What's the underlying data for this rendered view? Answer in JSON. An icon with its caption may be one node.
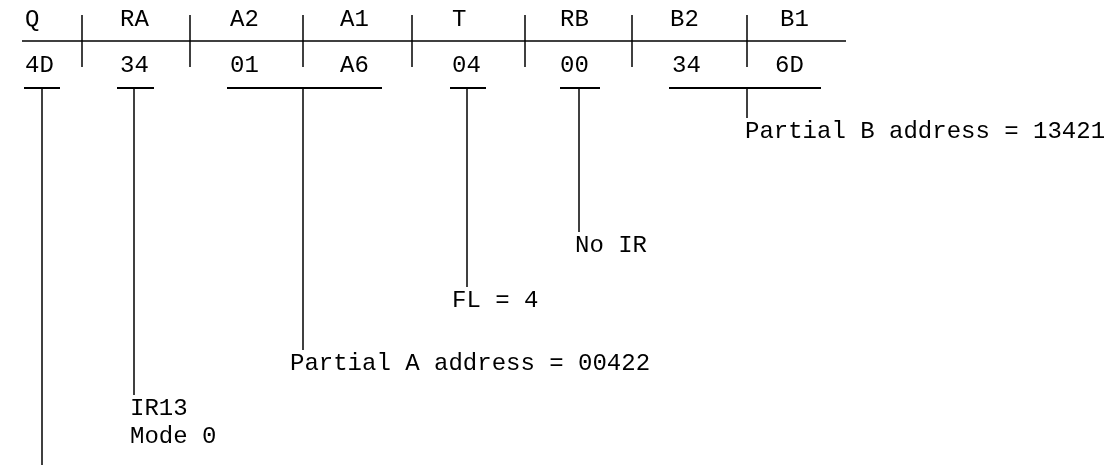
{
  "diagram": {
    "nodes": [
      {
        "text": [],
        "shape": "bar"
      },
      {
        "text": [],
        "shape": "bar"
      },
      {
        "text": [],
        "shape": "bar"
      },
      {
        "text": [],
        "shape": "bar"
      },
      {
        "text": [],
        "shape": "bar"
      },
      {
        "text": [],
        "shape": "bar"
      },
      {
        "text": [
          "Partial B address = 13421"
        ]
      },
      {
        "text": [
          "No IR"
        ]
      },
      {
        "text": [
          "FL = 4"
        ]
      },
      {
        "text": [
          "Partial A address = 00422"
        ]
      },
      {
        "text": [
          "IR13 Mode 0"
        ]
      }
    ],
    "edges": [
      {
        "from": 0,
        "to": null,
        "arrow": "none"
      },
      {
        "from": 1,
        "to": 10,
        "arrow": "none"
      },
      {
        "from": 2,
        "to": 9,
        "arrow": "none"
      },
      {
        "from": 3,
        "to": 8,
        "arrow": "none"
      },
      {
        "from": 4,
        "to": 7,
        "arrow": "none"
      },
      {
        "from": 5,
        "to": 6,
        "arrow": "none"
      }
    ],
    "labels": [
      "Q",
      "RA",
      "A2",
      "A1",
      "T",
      "RB",
      "B2",
      "B1",
      "4D",
      "34",
      "01",
      "A6",
      "04",
      "00",
      "34",
      "6D"
    ]
  }
}
